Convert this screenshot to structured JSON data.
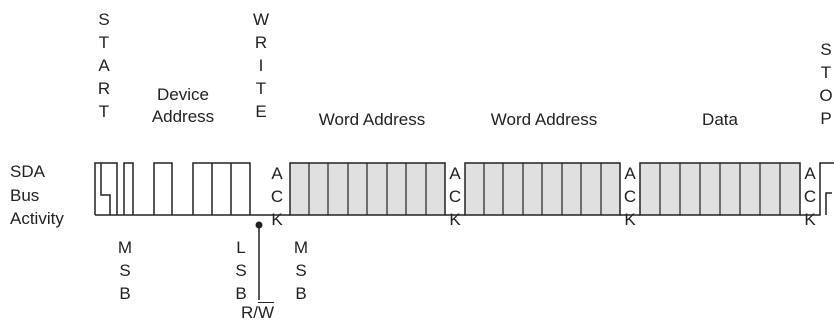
{
  "labels": {
    "start": "START",
    "write": "WRITE",
    "stop": "STOP",
    "device_address": [
      "Device",
      "Address"
    ],
    "word_address_1": "Word Address",
    "word_address_2": "Word Address",
    "data": "Data",
    "sda": [
      "SDA",
      "Bus",
      "Activity"
    ],
    "ack": "ACK",
    "msb": "MSB",
    "lsb": "LSB",
    "rw": "R/W"
  },
  "colors": {
    "line": "#222222",
    "byte_fill": "#e0e0e0"
  }
}
